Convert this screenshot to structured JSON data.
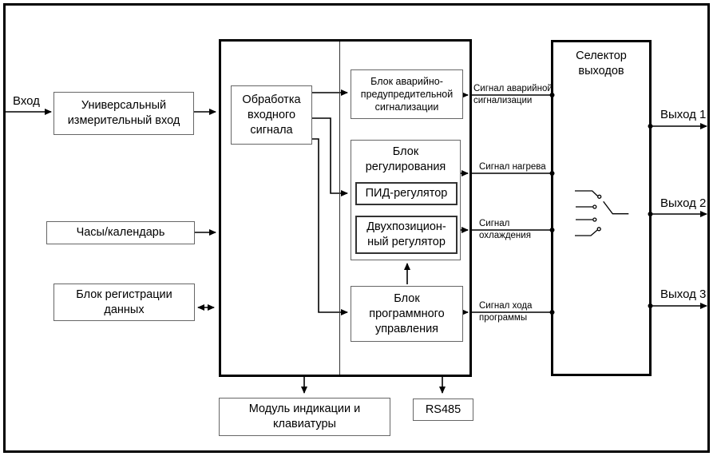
{
  "colors": {
    "background": "#ffffff",
    "wire": "#000000",
    "box_border": "#666666",
    "block_border": "#000000"
  },
  "labels": {
    "input": "Вход",
    "output1": "Выход 1",
    "output2": "Выход 2",
    "output3": "Выход 3"
  },
  "blocks": {
    "universal_input": [
      "Универсальный",
      "измерительный вход"
    ],
    "clock": "Часы/календарь",
    "datalog": [
      "Блок регистрации",
      "данных"
    ],
    "processing": [
      "Обработка",
      "входного",
      "сигнала"
    ],
    "alarm_block": [
      "Блок аварийно-",
      "предупредительной",
      "сигнализации"
    ],
    "regulation": [
      "Блок",
      "регулирования"
    ],
    "pid": "ПИД-регулятор",
    "twopos": [
      "Двухпозицион-",
      "ный регулятор"
    ],
    "program_block": [
      "Блок",
      "программного",
      "управления"
    ],
    "display_module": [
      "Модуль индикации и",
      "клавиатуры"
    ],
    "rs485": "RS485",
    "selector": [
      "Селектор",
      "выходов"
    ]
  },
  "signals": {
    "alarm": [
      "Сигнал аварийной",
      "сигнализации"
    ],
    "heating": [
      "Сигнал нагрева"
    ],
    "cooling": [
      "Сигнал",
      "охлаждения"
    ],
    "program_run": [
      "Сигнал хода",
      "программы"
    ]
  }
}
